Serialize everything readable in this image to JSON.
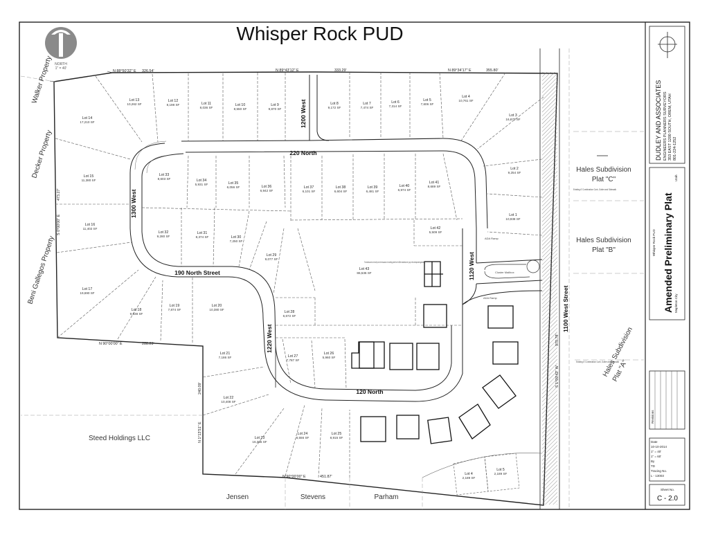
{
  "title": "Whisper Rock PUD",
  "north_arrow": {
    "label": "NORTH",
    "scale": "1\" = 40'"
  },
  "boundary_bearings": [
    {
      "id": "b1",
      "text": "N 88°50'32\" E"
    },
    {
      "id": "b2",
      "text": "326.54'"
    },
    {
      "id": "b3",
      "text": "N 89°43'12\" E"
    },
    {
      "id": "b4",
      "text": "333.29'"
    },
    {
      "id": "b5",
      "text": "N 89°34'17\" E"
    },
    {
      "id": "b6",
      "text": "355.80'"
    },
    {
      "id": "b7",
      "text": "473.27'"
    },
    {
      "id": "b8",
      "text": "S 0°00'00\" E"
    },
    {
      "id": "b9",
      "text": "N 90°00'00\" E"
    },
    {
      "id": "b10",
      "text": "288.29'"
    },
    {
      "id": "b11",
      "text": "240.09'"
    },
    {
      "id": "b12",
      "text": "N 1°13'51\" E"
    },
    {
      "id": "b13",
      "text": "N 90°00'00\" E"
    },
    {
      "id": "b14",
      "text": "451.87'"
    },
    {
      "id": "b15",
      "text": "970.78'"
    },
    {
      "id": "b16",
      "text": "S 1°09'42\" W"
    }
  ],
  "lots": [
    {
      "id": "13",
      "name": "Lot 13",
      "area": "10,262 SF"
    },
    {
      "id": "12",
      "name": "Lot 12",
      "area": "8,198 SF"
    },
    {
      "id": "11",
      "name": "Lot 11",
      "area": "8,036 SF"
    },
    {
      "id": "10",
      "name": "Lot 10",
      "area": "8,550 SF"
    },
    {
      "id": "9",
      "name": "Lot 9",
      "area": "9,870 SF"
    },
    {
      "id": "8",
      "name": "Lot 8",
      "area": "9,172 SF"
    },
    {
      "id": "7",
      "name": "Lot 7",
      "area": "7,474 SF"
    },
    {
      "id": "6",
      "name": "Lot 6",
      "area": "7,314 SF"
    },
    {
      "id": "5",
      "name": "Lot 5",
      "area": "7,606 SF"
    },
    {
      "id": "4",
      "name": "Lot 4",
      "area": "10,761 SF"
    },
    {
      "id": "3",
      "name": "Lot 3",
      "area": "16,870 SF"
    },
    {
      "id": "2",
      "name": "Lot 2",
      "area": "9,254 SF"
    },
    {
      "id": "1",
      "name": "Lot 1",
      "area": "10,938 SF"
    },
    {
      "id": "14",
      "name": "Lot 14",
      "area": "17,210 SF"
    },
    {
      "id": "15",
      "name": "Lot 15",
      "area": "11,380 SF"
    },
    {
      "id": "16",
      "name": "Lot 16",
      "area": "11,402 SF"
    },
    {
      "id": "17",
      "name": "Lot 17",
      "area": "19,690 SF"
    },
    {
      "id": "33",
      "name": "Lot 33",
      "area": "8,603 SF"
    },
    {
      "id": "34",
      "name": "Lot 34",
      "area": "5,931 SF"
    },
    {
      "id": "35",
      "name": "Lot 35",
      "area": "6,056 SF"
    },
    {
      "id": "36",
      "name": "Lot 36",
      "area": "6,942 SF"
    },
    {
      "id": "37",
      "name": "Lot 37",
      "area": "6,101 SF"
    },
    {
      "id": "38",
      "name": "Lot 38",
      "area": "6,604 SF"
    },
    {
      "id": "39",
      "name": "Lot 39",
      "area": "6,481 SF"
    },
    {
      "id": "40",
      "name": "Lot 40",
      "area": "6,974 SF"
    },
    {
      "id": "41",
      "name": "Lot 41",
      "area": "8,689 SF"
    },
    {
      "id": "42",
      "name": "Lot 42",
      "area": "5,509 SF"
    },
    {
      "id": "32",
      "name": "Lot 32",
      "area": "9,280 SF"
    },
    {
      "id": "31",
      "name": "Lot 31",
      "area": "8,374 SF"
    },
    {
      "id": "30",
      "name": "Lot 30",
      "area": "7,250 SF"
    },
    {
      "id": "29",
      "name": "Lot 29",
      "area": "9,077 SF"
    },
    {
      "id": "43",
      "name": "Lot 43",
      "area": "86,536 SF"
    },
    {
      "id": "18",
      "name": "Lot 18",
      "area": "9,838 SF"
    },
    {
      "id": "19",
      "name": "Lot 19",
      "area": "7,874 SF"
    },
    {
      "id": "20",
      "name": "Lot 20",
      "area": "10,380 SF"
    },
    {
      "id": "28",
      "name": "Lot 28",
      "area": "6,672 SF"
    },
    {
      "id": "21",
      "name": "Lot 21",
      "area": "7,186 SF"
    },
    {
      "id": "27",
      "name": "Lot 27",
      "area": "7,787 SF"
    },
    {
      "id": "26",
      "name": "Lot 26",
      "area": "5,960 SF"
    },
    {
      "id": "22",
      "name": "Lot 22",
      "area": "10,408 SF"
    },
    {
      "id": "23",
      "name": "Lot 23",
      "area": "16,395 SF"
    },
    {
      "id": "24",
      "name": "Lot 24",
      "area": "8,556 SF"
    },
    {
      "id": "25",
      "name": "Lot 25",
      "area": "8,915 SF"
    },
    {
      "id": "h4",
      "name": "Lot 4",
      "area": "2,189 SF"
    },
    {
      "id": "h5",
      "name": "Lot 5",
      "area": "2,189 SF"
    }
  ],
  "streets": {
    "s220n": "220 North",
    "s1200w": "1200 West",
    "s1300w": "1300 West",
    "s190n": "190 North Street",
    "s1220w": "1220 West",
    "s120n": "120 North",
    "s1120w": "1120 West",
    "s1100w": "1100 West Street"
  },
  "neighbors": {
    "walker": "Walker Property",
    "decker": "Decker Property",
    "gallegos": "Beni Gallegos Property",
    "steed": "Steed Holdings LLC",
    "jensen": "Jensen",
    "stevens": "Stevens",
    "parham": "Parham",
    "plat_c": [
      "Hales Subdivision",
      "Plat \"C\""
    ],
    "plat_b": [
      "Hales Subdivision",
      "Plat \"B\""
    ],
    "plat_a": [
      "Hales Subdivision",
      "Plat \"A\""
    ]
  },
  "notes": {
    "ada_ramp": "ADA Ramp",
    "cluster_mailbox": "Cluster Mailbox",
    "curb_note": "Existing 6' Combination Curb, Gutter and Sidewalk",
    "clubhouse_note": "The clubhouse is to be built prior to the issuance of a building permit for the 38th residential unit. (as per the development agreement)"
  },
  "title_block": {
    "firm_name": "DUDLEY AND ASSOCIATES",
    "firm_sub": "ENGINEERS PLANNERS SURVEYORS",
    "firm_addr": "353 EAST 1200 SOUTH, OREM, UTAH",
    "firm_phone": "801-224-1252",
    "project": "Whisper Rock PUD",
    "sheet_title": "Amended Preliminary Plat",
    "city": "Mapleton City",
    "state": "Utah",
    "revisions": "Revisions",
    "date_label": "Date",
    "date": "10-10-2014",
    "scale1": "1\" = 40'",
    "scale2": "1\" = 60'",
    "by_label": "By",
    "by": "TD",
    "tracing_label": "Tracing No.",
    "tracing": "L - 13003",
    "sheet_no_label": "Sheet No.",
    "sheet_no": "C - 2.0"
  },
  "colors": {
    "line": "#222222",
    "lot_line": "#555555",
    "hatch": "#777777",
    "arrow": "#888888"
  }
}
